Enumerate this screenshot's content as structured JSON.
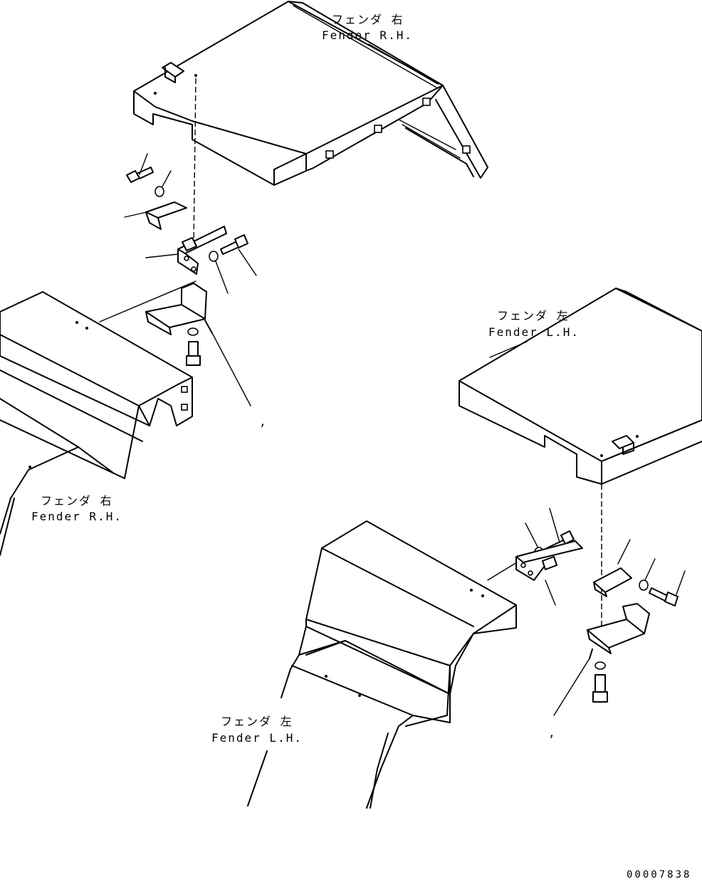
{
  "labels": {
    "fender_rh_top_jp": "フェンダ 右",
    "fender_rh_top_en": "Fender R.H.",
    "fender_lh_right_jp": "フェンダ 左",
    "fender_lh_right_en": "Fender L.H.",
    "fender_rh_left_jp": "フェンダ 右",
    "fender_rh_left_en": "Fender R.H.",
    "fender_lh_bottom_jp": "フェンダ 左",
    "fender_lh_bottom_en": "Fender L.H.",
    "tick_a": ",",
    "tick_b": ","
  },
  "document_id": "00007838",
  "colors": {
    "line": "#000000",
    "background": "#ffffff"
  }
}
